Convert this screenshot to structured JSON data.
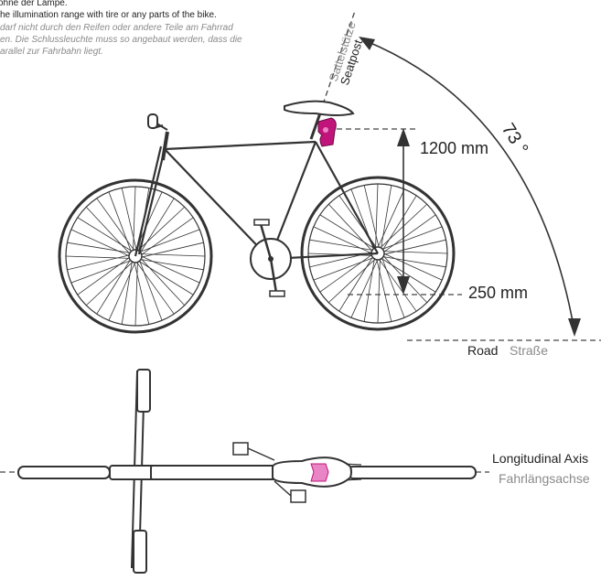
{
  "notes": {
    "line0": "ohne der Lampe.",
    "line1": "he illumination range with tire or any parts of the bike.",
    "line2": "darf nicht durch den Reifen oder andere Teile am Fahrrad",
    "line3": "en. Die Schlussleuchte muss so angebaut werden, dass die",
    "line4": "arallel zur Fahrbahn liegt."
  },
  "labels": {
    "seatpost_de": "Sattelstütze",
    "seatpost_en": "Seatpost",
    "angle": "73 °",
    "height_top": "1200 mm",
    "height_bottom": "250 mm",
    "road_en": "Road",
    "road_de": "Straße",
    "axis_en": "Longitudinal Axis",
    "axis_de": "Fahrlängsachse"
  },
  "colors": {
    "lamp": "#c0147a",
    "lamp_top": "#e985c4",
    "line": "#333333",
    "grey_text": "#8a8a8a"
  }
}
